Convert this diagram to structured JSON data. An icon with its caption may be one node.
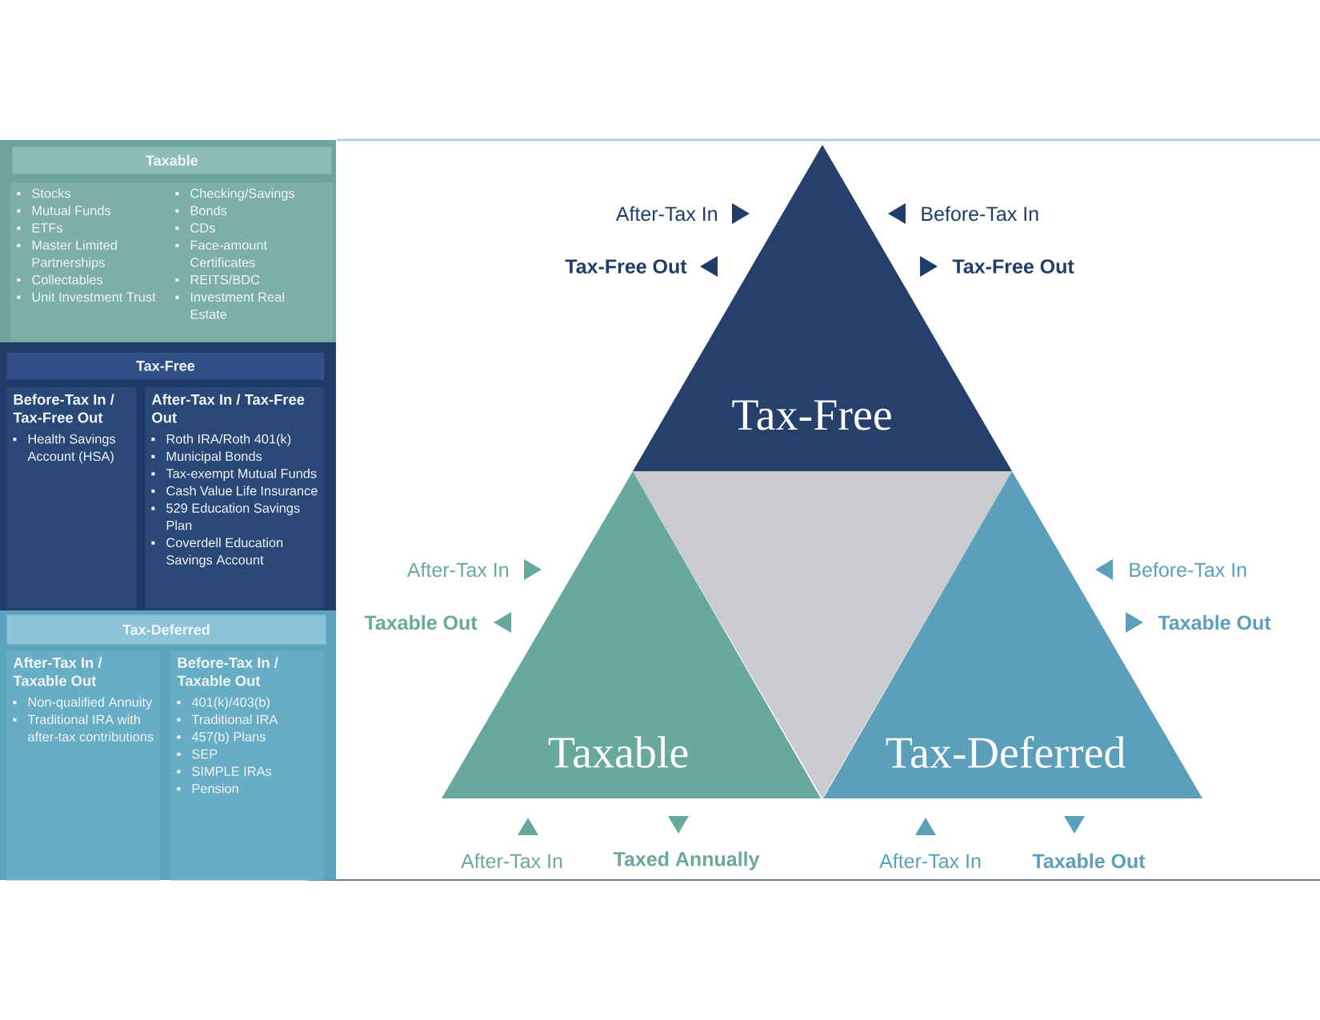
{
  "diagram": {
    "nodes": [
      {
        "text": [
          "Taxable"
        ]
      },
      {
        "text": [
          "Stocks",
          "Mutual Funds",
          "ETFs",
          "Master Limited Partnerships",
          "Collectables",
          "Unit Investment Trust",
          "Checking/Savings",
          "Bonds",
          "CDs",
          "Face-amount Certificates",
          "REITS/BDC",
          "Investment Real Estate"
        ],
        "in": 0
      },
      {
        "text": [
          "Tax-Free"
        ]
      },
      {
        "text": [
          "Before-Tax In / Tax-Free Out",
          "Health Savings Account (HSA)"
        ],
        "in": 2
      },
      {
        "text": [
          "After-Tax In / Tax-Free Out",
          "Roth IRA/Roth 401(k)",
          "Municipal Bonds",
          "Tax-exempt Mutual Funds",
          "Cash Value Life Insurance",
          "529 Education Savings Plan",
          "Coverdell Education Savings Account"
        ],
        "in": 2
      },
      {
        "text": [
          "Tax-Deferred"
        ]
      },
      {
        "text": [
          "After-Tax In / Taxable Out",
          "Non-qualified Annuity",
          "Traditional IRA with after-tax contributions"
        ],
        "in": 5
      },
      {
        "text": [
          "Before-Tax In / Taxable Out",
          "401(k)/403(b)",
          "Traditional IRA",
          "457(b) Plans",
          "SEP",
          "SIMPLE IRAs",
          "Pension"
        ],
        "in": 5
      },
      {
        "text": [
          "Tax-Free"
        ],
        "beside": [
          "After-Tax In",
          "Tax-Free Out",
          "Before-Tax In",
          "Tax-Free Out"
        ]
      },
      {
        "text": [
          "Taxable"
        ],
        "beside": [
          "After-Tax In",
          "Taxable Out",
          "After-Tax In",
          "Taxed Annually"
        ]
      },
      {
        "text": [],
        "shape": "triangle"
      },
      {
        "text": [
          "Tax-Deferred"
        ],
        "beside": [
          "Before-Tax In",
          "Taxable Out",
          "After-Tax In",
          "Taxable Out"
        ]
      }
    ]
  }
}
